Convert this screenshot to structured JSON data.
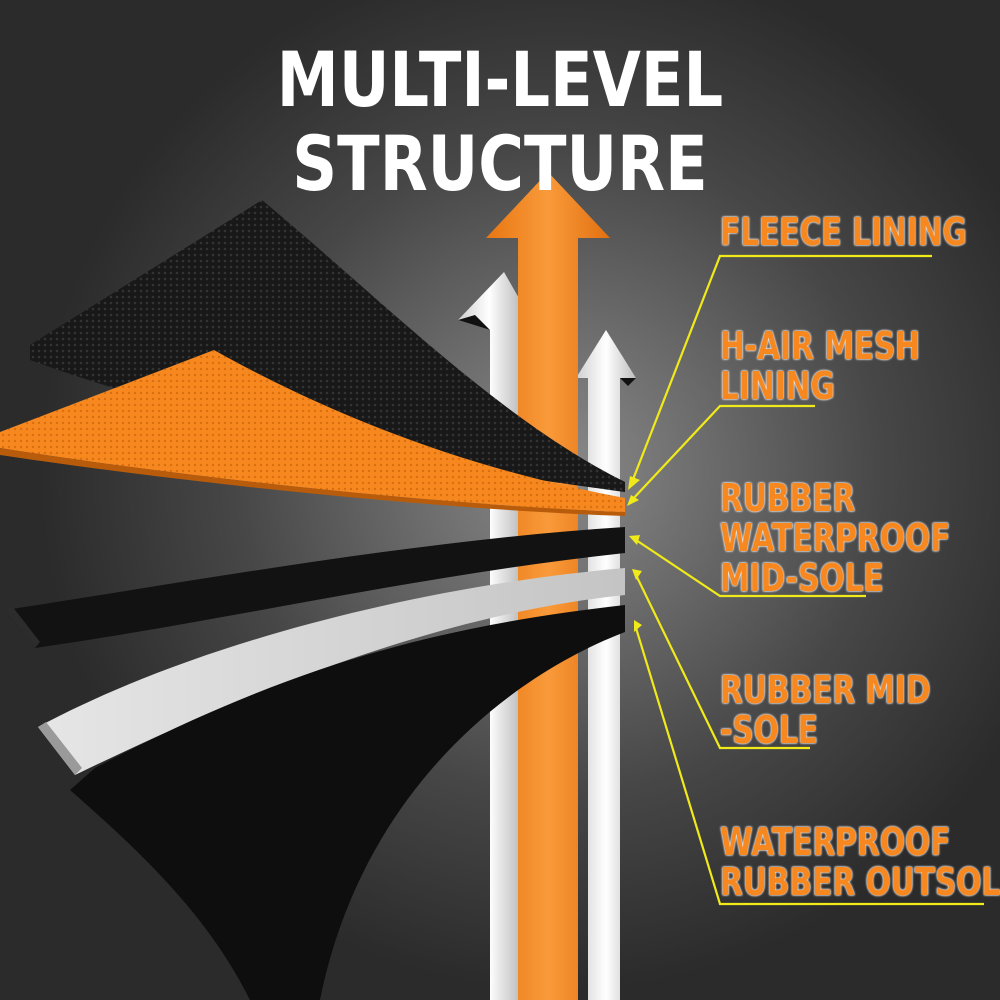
{
  "title": "MULTI-LEVEL STRUCTURE",
  "colors": {
    "accent": "#f7881f",
    "pointer": "#f0ea1a",
    "layer_dark": "#111111",
    "layer_light": "#d9d9d9",
    "title": "#ffffff"
  },
  "layers": [
    {
      "lines": [
        "FLEECE LINING"
      ]
    },
    {
      "lines": [
        "H-AIR MESH",
        "LINING"
      ]
    },
    {
      "lines": [
        "RUBBER",
        "WATERPROOF",
        "MID-SOLE"
      ]
    },
    {
      "lines": [
        "RUBBER MID",
        "-SOLE"
      ]
    },
    {
      "lines": [
        "WATERPROOF",
        "RUBBER OUTSOLE"
      ]
    }
  ]
}
